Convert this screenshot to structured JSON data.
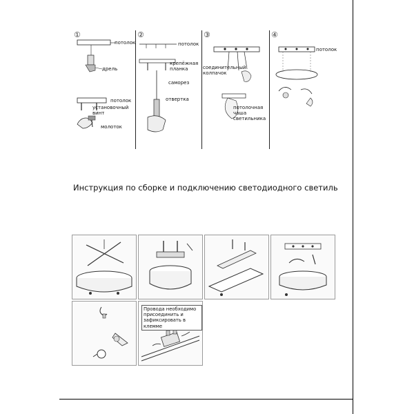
{
  "top_panels": [
    {
      "number": "①",
      "labels": {
        "ceiling": "потолок",
        "drill": "дрель",
        "screw": "установочный\nвинт",
        "hammer": "молоток",
        "ceiling2": "потолок"
      }
    },
    {
      "number": "②",
      "labels": {
        "ceiling": "потолок",
        "bracket": "крепёжная\nпланка",
        "selftap": "саморез",
        "screwdriver": "отвертка"
      }
    },
    {
      "number": "③",
      "labels": {
        "caps": "соединительный\nколпачок",
        "bowl": "потолочная\nчаша\nсветильника"
      }
    },
    {
      "number": "④",
      "labels": {
        "ceiling": "потолок"
      }
    }
  ],
  "title": "Инструкция по сборке и подключению светодиодного светиль",
  "wiring_note": "Провода необходимо\nприсоединить и\nзафиксировать в клемме"
}
